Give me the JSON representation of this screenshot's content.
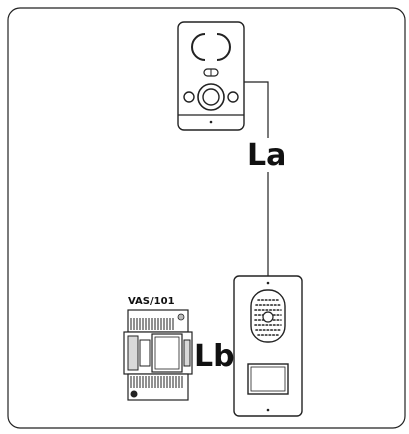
{
  "labels": {
    "cable_a": "La",
    "cable_b": "Lb",
    "module": "VAS/101"
  },
  "colors": {
    "stroke": "#222222",
    "fill": "#ffffff",
    "fill_grey": "#d9d9d9",
    "background": "#ffffff"
  }
}
